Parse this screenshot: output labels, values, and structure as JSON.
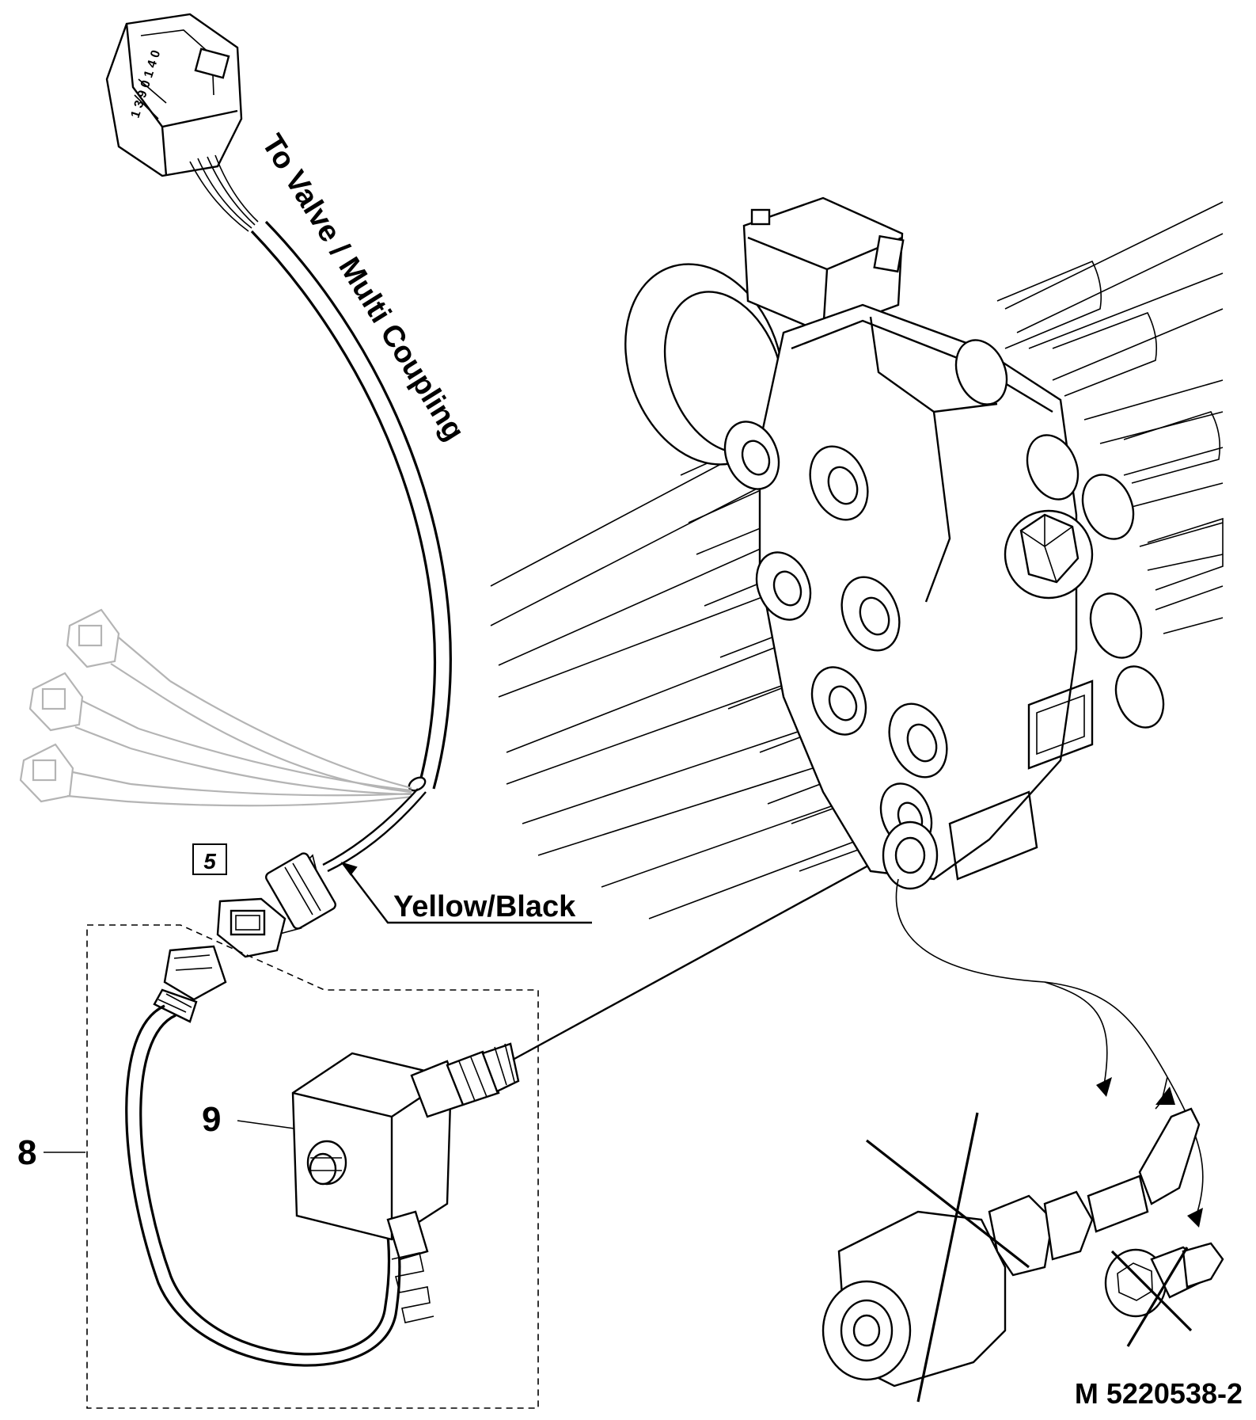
{
  "labels": {
    "to_valve": "To Valve / Multi Coupling",
    "wire_color": "Yellow/Black",
    "callout_5": "5",
    "callout_8": "8",
    "callout_9": "9",
    "drawing_id": "M 5220538-2"
  }
}
